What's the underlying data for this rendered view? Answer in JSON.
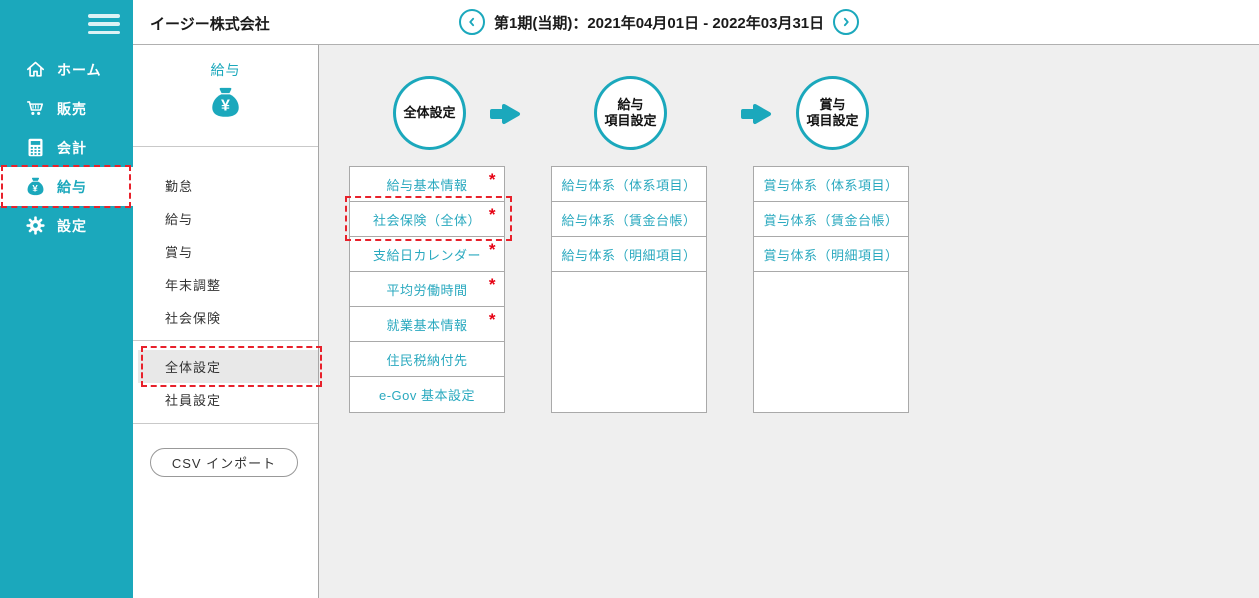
{
  "colors": {
    "accent": "#1ba8bc",
    "highlight_red": "#e8212b",
    "required_red": "#e60012",
    "content_bg": "#efefef"
  },
  "header": {
    "company_name": "イージー株式会社",
    "period_label": "第1期(当期)：2021年04月01日 - 2022年03月31日"
  },
  "main_sidebar": {
    "items": [
      {
        "label": "ホーム",
        "icon": "home"
      },
      {
        "label": "販売",
        "icon": "cart"
      },
      {
        "label": "会計",
        "icon": "calculator"
      },
      {
        "label": "給与",
        "icon": "money-bag",
        "selected": true
      },
      {
        "label": "設定",
        "icon": "gear"
      }
    ]
  },
  "sub_sidebar": {
    "title": "給与",
    "icon": "money-bag",
    "menu_items": [
      "勤怠",
      "給与",
      "賞与",
      "年末調整",
      "社会保険"
    ],
    "settings_items": [
      {
        "label": "全体設定",
        "selected": true
      },
      {
        "label": "社員設定",
        "selected": false
      }
    ],
    "csv_button": "CSV インポート"
  },
  "workflow_steps": [
    {
      "line1": "全体設定",
      "line2": ""
    },
    {
      "line1": "給与",
      "line2": "項目設定"
    },
    {
      "line1": "賞与",
      "line2": "項目設定"
    }
  ],
  "setting_columns": [
    {
      "items": [
        {
          "label": "給与基本情報",
          "mark": "*"
        },
        {
          "label": "社会保険（全体）",
          "mark": "*",
          "highlighted": true
        },
        {
          "label": "支給日カレンダー",
          "mark": "*"
        },
        {
          "label": "平均労働時間",
          "mark": "*"
        },
        {
          "label": "就業基本情報",
          "mark": "*"
        },
        {
          "label": "住民税納付先",
          "mark": ""
        },
        {
          "label": "e-Gov 基本設定",
          "mark": ""
        }
      ]
    },
    {
      "items": [
        {
          "label": "給与体系（体系項目）"
        },
        {
          "label": "給与体系（賃金台帳）"
        },
        {
          "label": "給与体系（明細項目）"
        }
      ]
    },
    {
      "items": [
        {
          "label": "賞与体系（体系項目）"
        },
        {
          "label": "賞与体系（賃金台帳）"
        },
        {
          "label": "賞与体系（明細項目）"
        }
      ]
    }
  ]
}
